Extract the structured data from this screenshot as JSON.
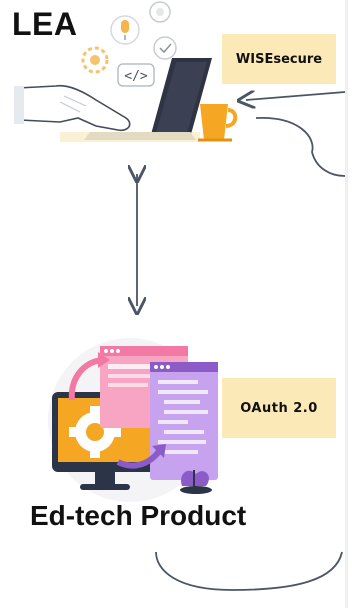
{
  "top_entity": {
    "label": "LEA"
  },
  "bottom_entity": {
    "label": "Ed-tech Product"
  },
  "tags": {
    "top": "WISEsecure",
    "bottom": "OAuth  2.0"
  },
  "colors": {
    "tag_bg": "#fce9b8",
    "arrow": "#4a5566",
    "orange": "#f5a623",
    "pink": "#f279a4",
    "purple": "#8b5cc7",
    "navy": "#2c3447"
  },
  "icons": {
    "top": "laptop-user-illustration",
    "bottom": "web-development-gears-illustration"
  }
}
